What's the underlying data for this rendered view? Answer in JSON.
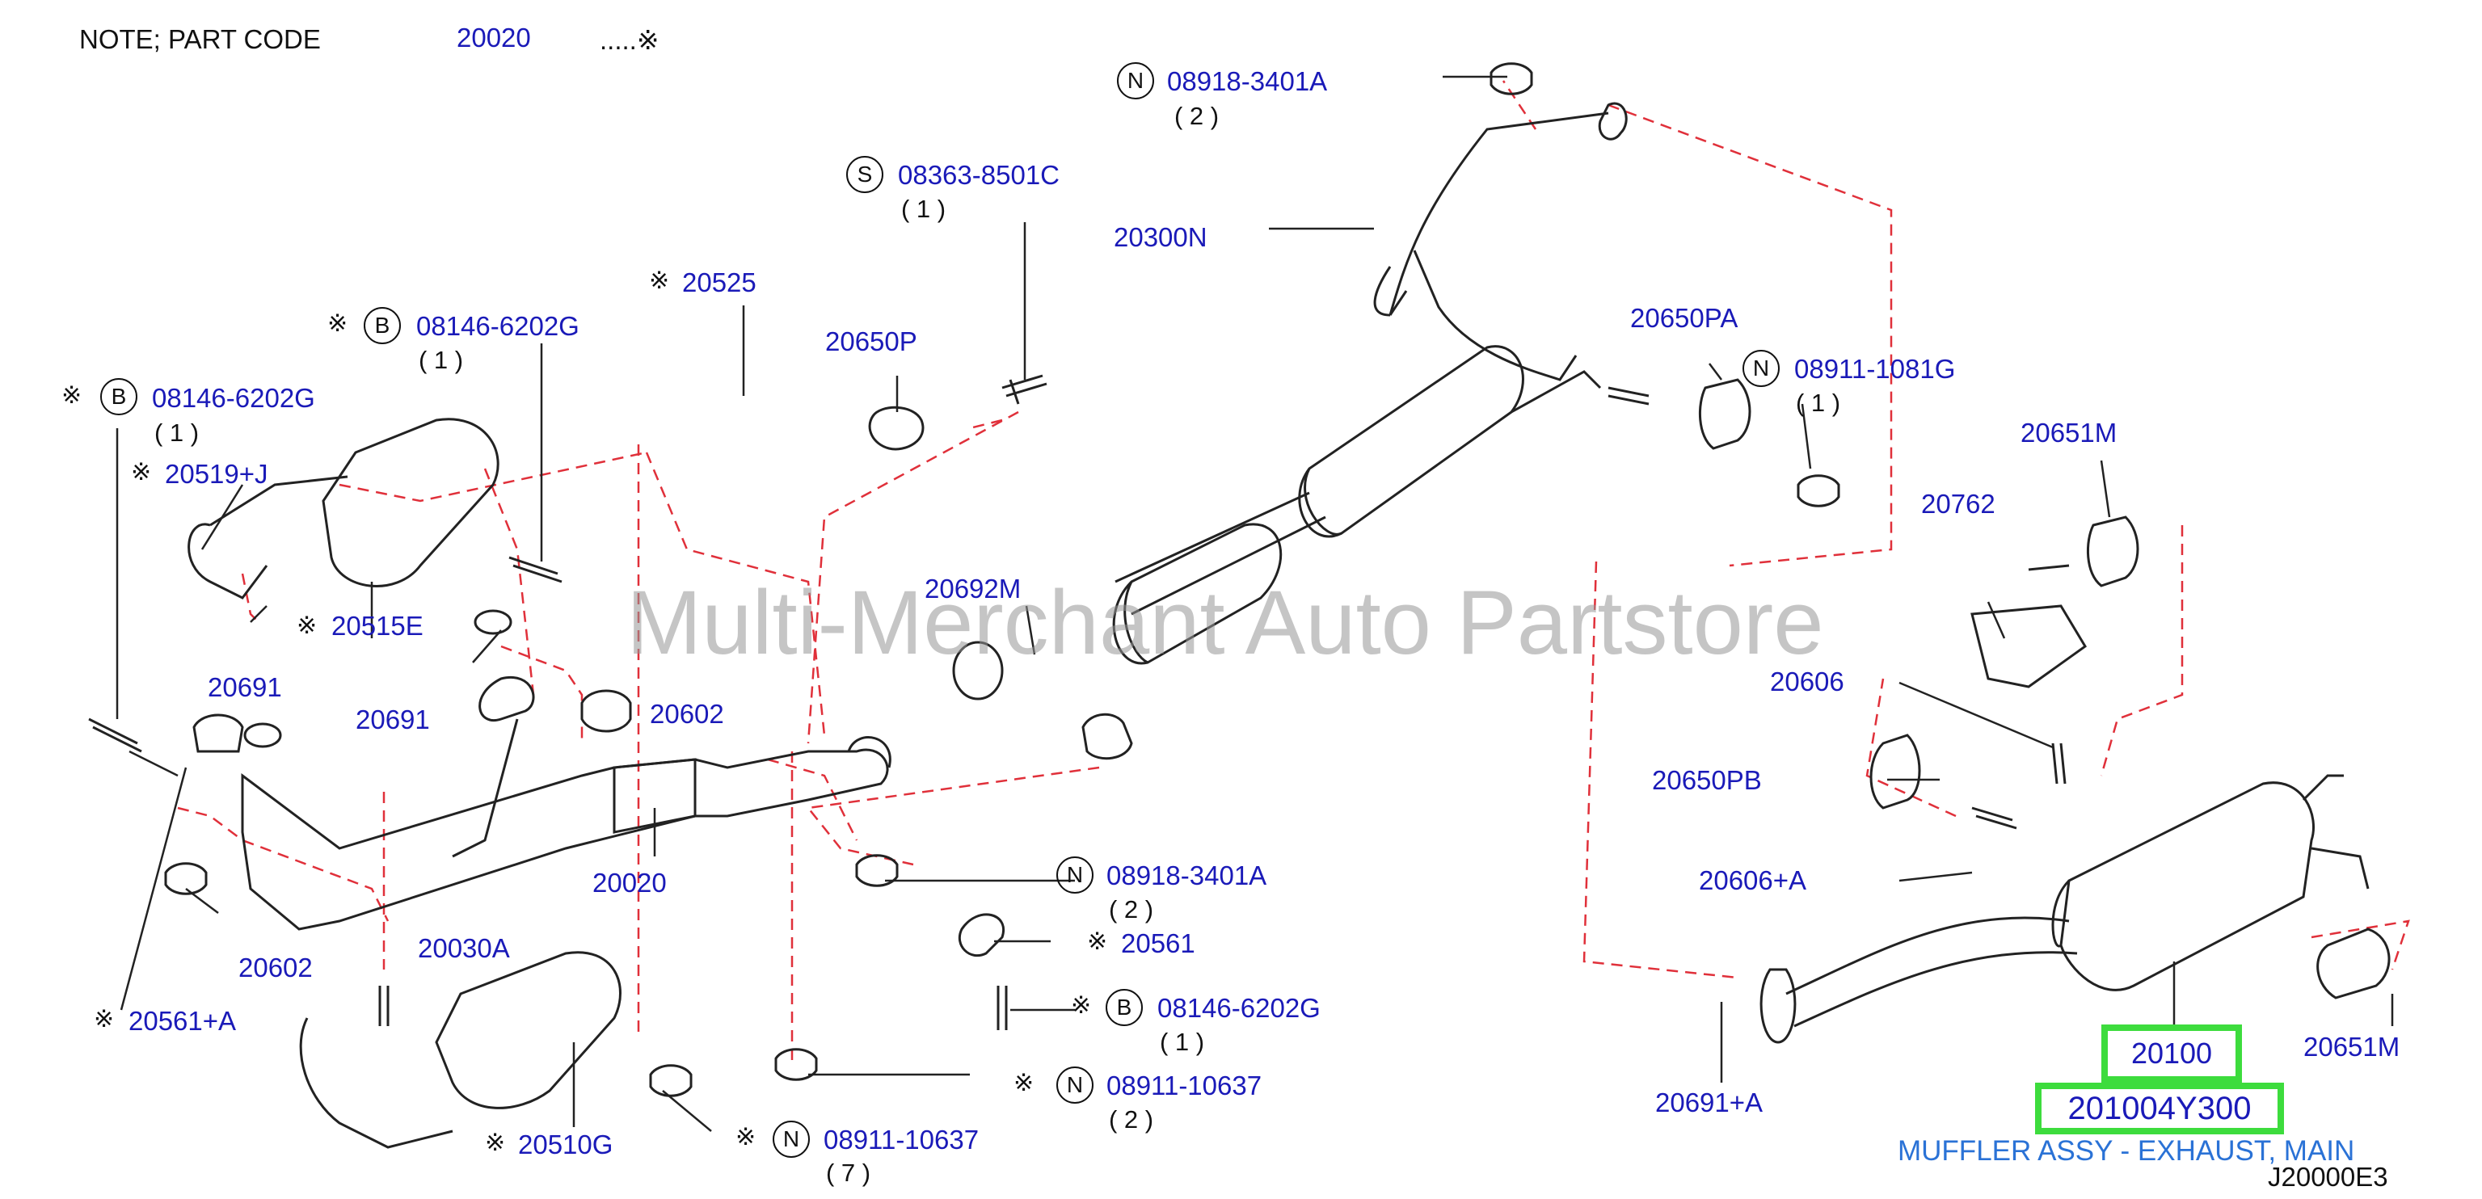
{
  "note": {
    "label": "NOTE;  PART  CODE",
    "code": "20020",
    "mark": ".....※"
  },
  "watermark": "Multi-Merchant Auto Partstore",
  "diagram_code": "J20000E3",
  "callouts": {
    "n1": {
      "badge": "N",
      "part": "08918-3401A",
      "qty": "( 2   )"
    },
    "s1": {
      "badge": "S",
      "part": "08363-8501C",
      "qty": "( 1 )"
    },
    "p20300N": "20300N",
    "p20525": "20525",
    "p20650P": "20650P",
    "b1": {
      "badge": "B",
      "part": "08146-6202G",
      "qty": "( 1 )"
    },
    "b2": {
      "badge": "B",
      "part": "08146-6202G",
      "qty": "( 1 )"
    },
    "p20519J": "20519+J",
    "p20515E": "20515E",
    "p20650PA": "20650PA",
    "n2": {
      "badge": "N",
      "part": "08911-1081G",
      "qty": "( 1   )"
    },
    "p20651M_top": "20651M",
    "p20762": "20762",
    "p20692M": "20692M",
    "p20691_a": "20691",
    "p20691_b": "20691",
    "p20602_a": "20602",
    "p20606": "20606",
    "p20650PB": "20650PB",
    "p20606A": "20606+A",
    "p20020": "20020",
    "n3": {
      "badge": "N",
      "part": "08918-3401A",
      "qty": "( 2   )"
    },
    "p20561": "20561",
    "p20602_b": "20602",
    "p20030A": "20030A",
    "p20561A": "20561+A",
    "b3": {
      "badge": "B",
      "part": "08146-6202G",
      "qty": "( 1 )"
    },
    "n4": {
      "badge": "N",
      "part": "08911-10637",
      "qty": "( 2   )"
    },
    "p20510G": "20510G",
    "n5": {
      "badge": "N",
      "part": "08911-10637",
      "qty": "( 7   )"
    },
    "p20691A": "20691+A",
    "p20651M_bot": "20651M",
    "p20100": "20100"
  },
  "highlight": {
    "part_number": "201004Y300",
    "description": "MUFFLER ASSY - EXHAUST, MAIN"
  },
  "colors": {
    "part_label": "#1a1ab8",
    "highlight_box": "#3ddc3d",
    "dash_line": "#e0303a",
    "description": "#2a72d6"
  }
}
